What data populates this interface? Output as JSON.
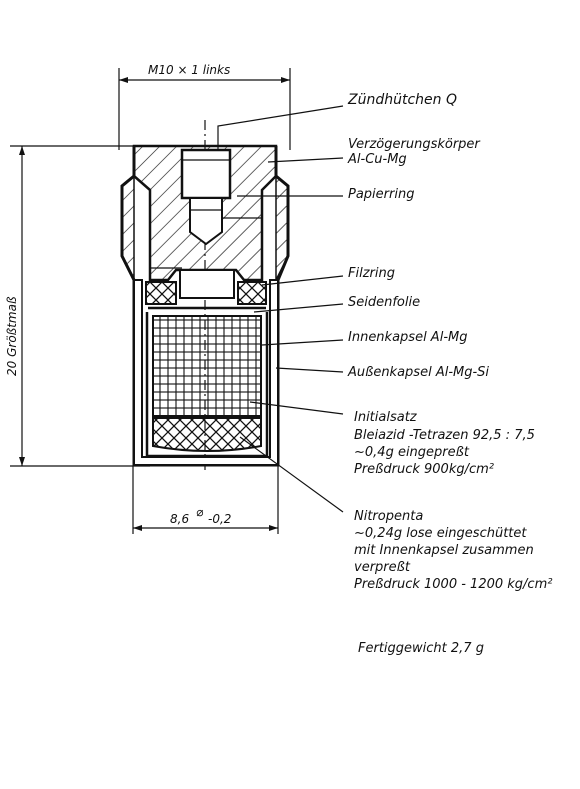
{
  "dimensions": {
    "thread": "M10 × 1 links",
    "height": "20 Größtmaß",
    "diameter": "8,6",
    "diameter_tolerance": "-0,2"
  },
  "components": [
    {
      "name": "Zündhütchen Q"
    },
    {
      "name": "Verzögerungskörper",
      "material": "Al-Cu-Mg"
    },
    {
      "name": "Papierring"
    },
    {
      "name": "Filzring"
    },
    {
      "name": "Seidenfolie"
    },
    {
      "name": "Innenkapsel Al-Mg"
    },
    {
      "name": "Außenkapsel Al-Mg-Si"
    },
    {
      "name": "Initialsatz",
      "lines": [
        "Bleiazid -Tetrazen 92,5 : 7,5",
        "~0,4g eingepreßt",
        "Preßdruck 900kg/cm²"
      ]
    },
    {
      "name": "Nitropenta",
      "lines": [
        "~0,24g lose eingeschüttet",
        "mit Innenkapsel zusammen",
        "verpreßt",
        "Preßdruck 1000 - 1200 kg/cm²"
      ]
    }
  ],
  "total_weight": "Fertiggewicht  2,7 g"
}
